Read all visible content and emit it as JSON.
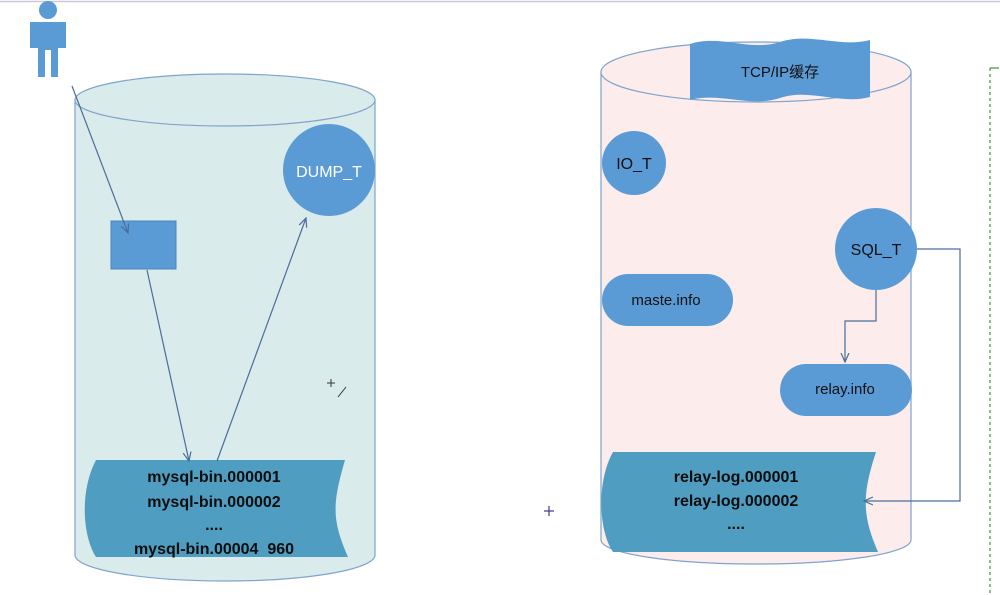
{
  "master": {
    "dump_thread": "DUMP_T",
    "binlog_lines": [
      "mysql-bin.000001",
      "mysql-bin.000002",
      "....",
      "mysql-bin.00004  960"
    ]
  },
  "slave": {
    "tcp_cache": "TCP/IP缓存",
    "io_thread": "IO_T",
    "sql_thread": "SQL_T",
    "master_info": "maste.info",
    "relay_info": "relay.info",
    "relaylog_lines": [
      "relay-log.000001",
      "relay-log.000002",
      "...."
    ]
  },
  "colors": {
    "master_fill": "#d9ebea",
    "slave_fill": "#fcecec",
    "outline": "#7fa4cc",
    "node_blue": "#5b9bd5",
    "arrow": "#4a6e9a",
    "log_fill": "#4f9ec2"
  }
}
